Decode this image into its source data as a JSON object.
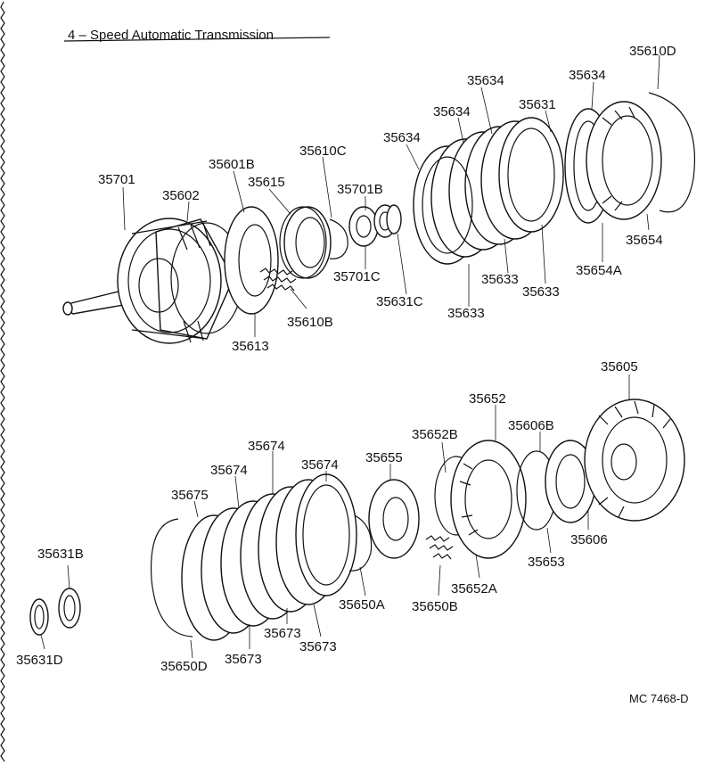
{
  "title": "4 – Speed Automatic Transmission",
  "reference_code": "MC 7468-D",
  "parts": {
    "p35610D": "35610D",
    "p35634_a": "35634",
    "p35634_b": "35634",
    "p35631": "35631",
    "p35634_c": "35634",
    "p35634_d": "35634",
    "p35610C": "35610C",
    "p35601B": "35601B",
    "p35701": "35701",
    "p35615": "35615",
    "p35701B": "35701B",
    "p35602": "35602",
    "p35654": "35654",
    "p35654A": "35654A",
    "p35633_a": "35633",
    "p35633_b": "35633",
    "p35701C": "35701C",
    "p35631C": "35631C",
    "p35633_c": "35633",
    "p35610B": "35610B",
    "p35613": "35613",
    "p35605": "35605",
    "p35652": "35652",
    "p35606B": "35606B",
    "p35652B": "35652B",
    "p35674_a": "35674",
    "p35655": "35655",
    "p35674_b": "35674",
    "p35674_c": "35674",
    "p35675": "35675",
    "p35606": "35606",
    "p35653": "35653",
    "p35631B": "35631B",
    "p35652A": "35652A",
    "p35650A": "35650A",
    "p35650B": "35650B",
    "p35673_a": "35673",
    "p35673_b": "35673",
    "p35631D": "35631D",
    "p35650D": "35650D",
    "p35673_c": "35673"
  }
}
